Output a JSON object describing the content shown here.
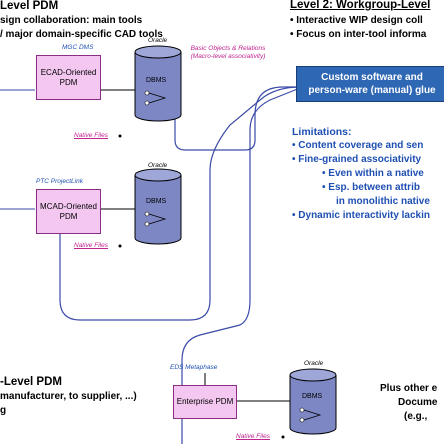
{
  "level1": {
    "title": "Level PDM",
    "bullets": [
      "sign collaboration: main tools",
      "/ major domain-specific CAD tools"
    ]
  },
  "level2": {
    "title": "Level 2: Workgroup-Level",
    "bullets": [
      "• Interactive WIP design coll",
      "• Focus on inter-tool informa"
    ]
  },
  "mgc": {
    "vendor": "MGC DMS",
    "pdm_label": "ECAD-Oriented PDM",
    "db_vendor": "Oracle",
    "db_label": "DBMS",
    "native_files": "Native Files",
    "annotation": "Basic Objects & Relations (Macro-level associativity)"
  },
  "ptc": {
    "vendor": "PTC ProjectLink",
    "pdm_label": "MCAD-Oriented PDM",
    "db_vendor": "Oracle",
    "db_label": "DBMS",
    "native_files": "Native Files"
  },
  "eds": {
    "vendor": "EDS Metaphase",
    "pdm_label": "Enterprise PDM",
    "db_vendor": "Oracle",
    "db_label": "DBMS",
    "native_files": "Native Files"
  },
  "glue": {
    "line1": "Custom software and",
    "line2": "person-ware (manual) glue"
  },
  "limitations": {
    "title": "Limitations:",
    "items": [
      "• Content coverage and sen",
      "• Fine-grained associativity",
      "• Even within a native",
      "• Esp. between attrib",
      "in monolithic native",
      "• Dynamic interactivity lackin"
    ]
  },
  "level3": {
    "title": "-Level PDM",
    "bullets": [
      "manufacturer, to supplier, ...)",
      "g"
    ]
  },
  "others": {
    "line1": "Plus other e",
    "line2": "Docume",
    "line3": "(e.g.,"
  },
  "colors": {
    "accent_blue": "#1f4fb3",
    "glue_fill": "#2e67b4",
    "pdm_fill": "#f4c7f0",
    "db_fill": "#7d87c4",
    "link_line": "#3a4aa8"
  }
}
